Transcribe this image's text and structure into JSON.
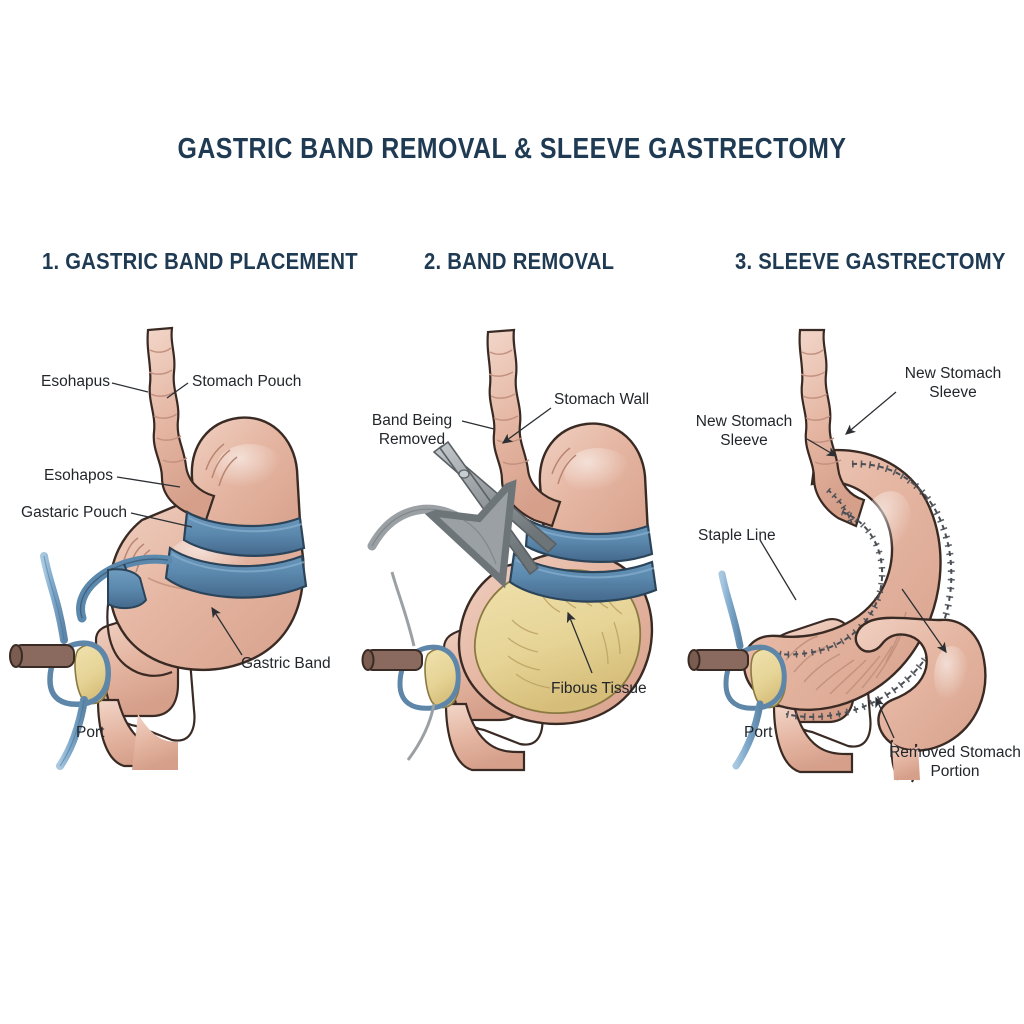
{
  "document": {
    "title": "Gastric Band Removal & Sleeve Gastrectomy",
    "background_color": "#ffffff",
    "title_color": "#1f3a53",
    "label_color": "#22262b"
  },
  "palette": {
    "tissue_fill": "#e3b39f",
    "tissue_fill_light": "#edc8b8",
    "tissue_shadow": "#d49e8a",
    "tissue_outline": "#3a2a24",
    "band_blue": "#5b88ad",
    "band_blue_dark": "#42688a",
    "band_outline": "#2b4459",
    "tube_blue": "#7ea8cb",
    "fibrous_yellow": "#e8d79a",
    "fibrous_yellow_dark": "#d7bf78",
    "instrument_gray": "#9aa0a4",
    "instrument_gray_dark": "#6e7579",
    "arrow_gray": "#9aa0a4",
    "leader_line": "#2b2f33",
    "staple_line": "#4a4f55",
    "port_gray": "#8a6a5e"
  },
  "panels": [
    {
      "id": "panel-1",
      "number": "1.",
      "title": "1. GASTRIC BAND PLACEMENT",
      "labels": [
        {
          "name": "esophagus-label-upper",
          "text": "Esohapus",
          "lines": [
            "Esohapus"
          ]
        },
        {
          "name": "stomach-pouch-label",
          "text": "Stomach Pouch",
          "lines": [
            "Stomach Pouch"
          ]
        },
        {
          "name": "esophagus-label-lower",
          "text": "Esohapos",
          "lines": [
            "Esohapos"
          ]
        },
        {
          "name": "gastric-pouch-label",
          "text": "Gastaric Pouch",
          "lines": [
            "Gastaric Pouch"
          ]
        },
        {
          "name": "gastric-band-label",
          "text": "Gastric Band",
          "lines": [
            "Gastric Band"
          ]
        },
        {
          "name": "port-label",
          "text": "Port",
          "lines": [
            "Port"
          ]
        }
      ]
    },
    {
      "id": "panel-2",
      "number": "2.",
      "title": "2. BAND REMOVAL",
      "labels": [
        {
          "name": "band-being-removed-label",
          "text": "Band Being Removed",
          "lines": [
            "Band Being",
            "Removed"
          ]
        },
        {
          "name": "stomach-wall-label",
          "text": "Stomach Wall",
          "lines": [
            "Stomach Wall"
          ]
        },
        {
          "name": "fibrous-tissue-label",
          "text": "Fibous Tissue",
          "lines": [
            "Fibous Tissue"
          ]
        }
      ]
    },
    {
      "id": "panel-3",
      "number": "3.",
      "title": "3. SLEEVE GASTRECTOMY",
      "labels": [
        {
          "name": "new-stomach-sleeve-label-right",
          "text": "New Stomach Sleeve",
          "lines": [
            "New Stomach",
            "Sleeve"
          ]
        },
        {
          "name": "new-stomach-sleeve-label-left",
          "text": "New Stomach Sleeve",
          "lines": [
            "New Stomach",
            "Sleeve"
          ]
        },
        {
          "name": "staple-line-label",
          "text": "Staple Line",
          "lines": [
            "Staple Line"
          ]
        },
        {
          "name": "port-label",
          "text": "Port",
          "lines": [
            "Port"
          ]
        },
        {
          "name": "removed-stomach-portion-label",
          "text": "Removed Stomach Portion",
          "lines": [
            "Removed Stomach",
            "Portion"
          ]
        }
      ]
    }
  ]
}
